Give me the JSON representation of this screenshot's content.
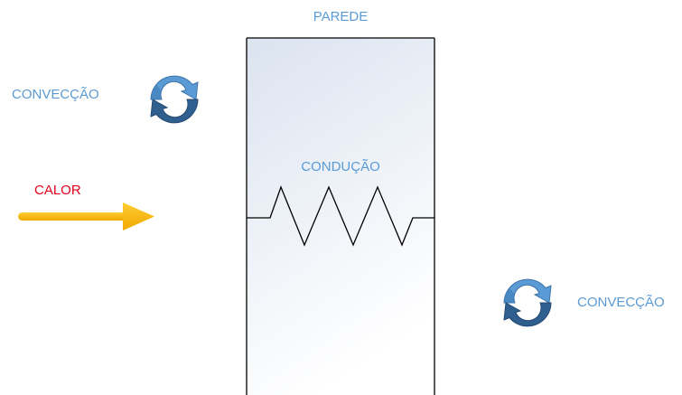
{
  "labels": {
    "wall": "PAREDE",
    "conduction": "CONDUÇÃO",
    "convection_left": "CONVECÇÃO",
    "convection_right": "CONVECÇÃO",
    "heat": "CALOR"
  },
  "colors": {
    "label_blue": "#5b9bd5",
    "heat_red": "#e3001b",
    "arrow_yellow": "#ffc000",
    "wall_stroke": "#000000",
    "wall_fill_top": "#dbe3f0",
    "wall_fill_bottom": "#ffffff",
    "cycle_light": "#5b9bd5",
    "cycle_dark": "#2e5f8f"
  },
  "icons": {
    "convection": "circular-arrows-icon",
    "heat": "arrow-right-icon",
    "resistor": "zigzag-resistor-icon"
  }
}
